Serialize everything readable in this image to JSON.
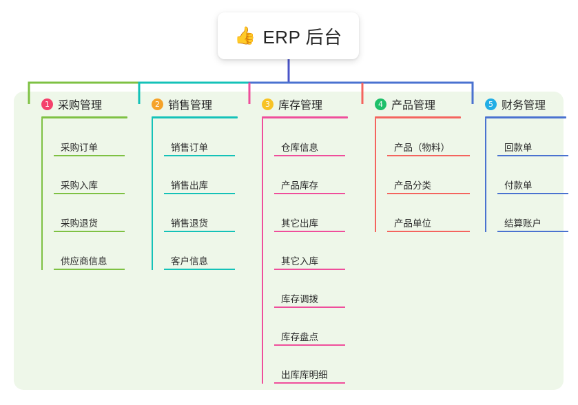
{
  "title": {
    "emoji": "👍",
    "emoji_name": "thumbs-up-icon",
    "text": "ERP 后台"
  },
  "colors": {
    "panel_bg": "#eef7e9",
    "page_bg": "#ffffff",
    "stem": "#4a54c8",
    "col1": "#7ec143",
    "col2": "#14c2b8",
    "col3": "#ef4e9b",
    "col4": "#f4645e",
    "col5": "#4a72d0",
    "badge1": "#f4416c",
    "badge2": "#f5a32a",
    "badge3": "#f7c325",
    "badge4": "#1ec06a",
    "badge5": "#22aee5"
  },
  "columns": [
    {
      "index": "1",
      "badge_color": "#f4416c",
      "line_color": "#7ec143",
      "title": "采购管理",
      "items": [
        "采购订单",
        "采购入库",
        "采购退货",
        "供应商信息"
      ]
    },
    {
      "index": "2",
      "badge_color": "#f5a32a",
      "line_color": "#14c2b8",
      "title": "销售管理",
      "items": [
        "销售订单",
        "销售出库",
        "销售退货",
        "客户信息"
      ]
    },
    {
      "index": "3",
      "badge_color": "#f7c325",
      "line_color": "#ef4e9b",
      "title": "库存管理",
      "items": [
        "仓库信息",
        "产品库存",
        "其它出库",
        "其它入库",
        "库存调拨",
        "库存盘点",
        "出库库明细"
      ]
    },
    {
      "index": "4",
      "badge_color": "#1ec06a",
      "line_color": "#f4645e",
      "title": "产品管理",
      "items": [
        "产品（物料）",
        "产品分类",
        "产品单位"
      ]
    },
    {
      "index": "5",
      "badge_color": "#22aee5",
      "line_color": "#4a72d0",
      "title": "财务管理",
      "items": [
        "回款单",
        "付款单",
        "结算账户"
      ]
    }
  ]
}
